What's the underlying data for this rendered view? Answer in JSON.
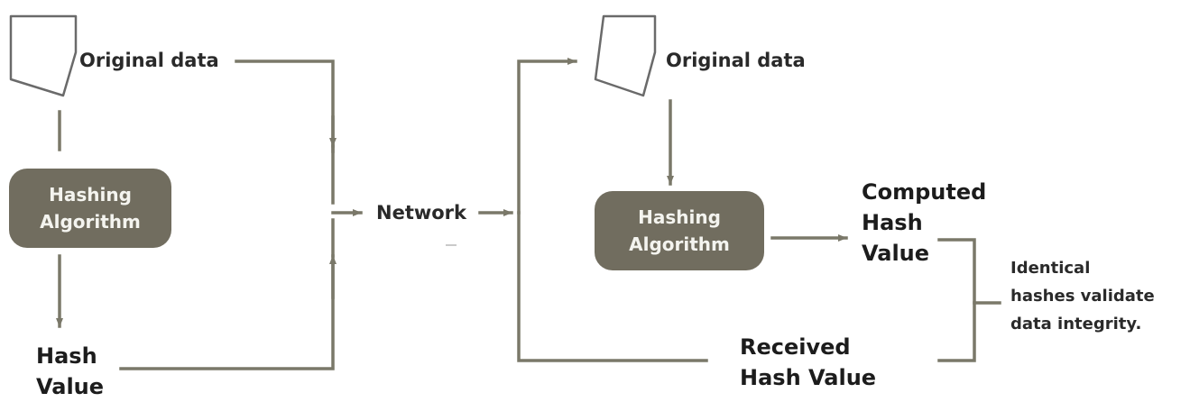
{
  "sender": {
    "original_data_label": "Original data",
    "hashing_box_label": "Hashing\nAlgorithm",
    "hash_value_label": "Hash\nValue",
    "document_icon": "document-icon"
  },
  "network": {
    "label": "Network"
  },
  "receiver": {
    "original_data_label": "Original data",
    "hashing_box_label": "Hashing\nAlgorithm",
    "computed_hash_label": "Computed\nHash\nValue",
    "received_hash_label": "Received\nHash Value",
    "document_icon": "document-icon"
  },
  "comparison": {
    "note": "Identical\nhashes validate\ndata integrity."
  },
  "colors": {
    "line": "#7a7869",
    "box": "#716d5f",
    "box_text": "#f4f4ef",
    "text": "#2a2a2a"
  }
}
